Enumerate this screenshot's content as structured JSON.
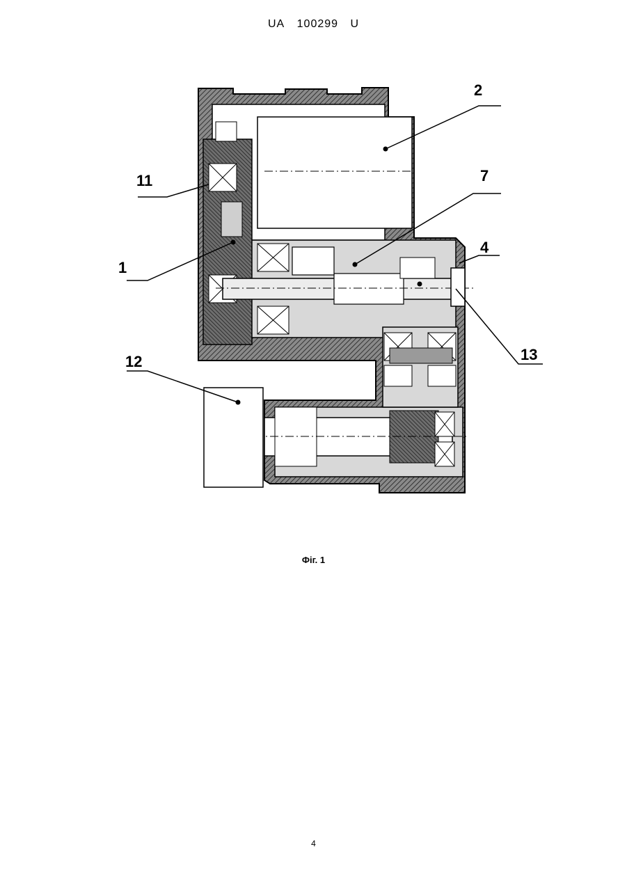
{
  "header": {
    "office": "UA",
    "number": "100299",
    "kind": "U"
  },
  "figure": {
    "caption": "Фіг. 1",
    "callouts": [
      "2",
      "11",
      "7",
      "1",
      "4",
      "13",
      "12"
    ]
  },
  "page_number": "4"
}
